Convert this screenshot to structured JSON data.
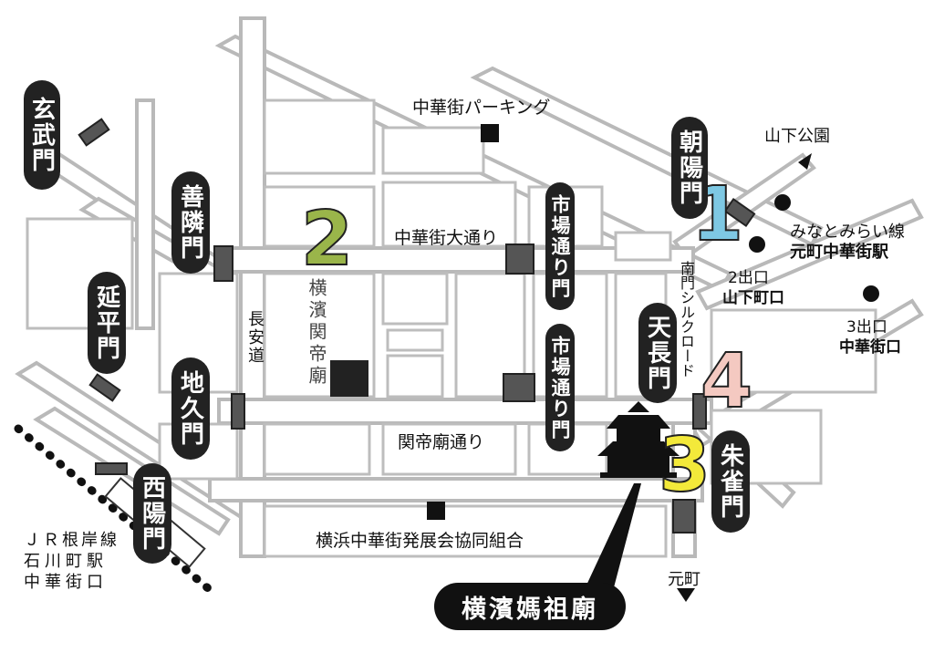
{
  "labels": {
    "parking": "中華街パーキング",
    "main_street": "中華街大通り",
    "kanteibyo_street": "関帝廟通り",
    "kumiai": "横浜中華街発展会協同組合",
    "chouandou": "長安道",
    "market1": "市場通り門",
    "market2": "市場通り門",
    "silk_road": "南門シルクロード",
    "kanteibyo_temple": "横濱関帝廟",
    "mazu_temple": "横濱媽祖廟",
    "yamashita_park": "山下公園",
    "motomachi": "元町",
    "station_line1": "みなとみらい線",
    "station_line2": "元町中華街駅",
    "exit2_a": "2出口",
    "exit2_b": "山下町口",
    "exit3_a": "3出口",
    "exit3_b": "中華街口",
    "jr1": "ＪＲ根岸線",
    "jr2": "石川町駅",
    "jr3": "中華街口"
  },
  "gates": {
    "genbu": "玄武門",
    "zenrin": "善隣門",
    "enpei": "延平門",
    "chikyu": "地久門",
    "seiyo": "西陽門",
    "choyo": "朝陽門",
    "tencho": "天長門",
    "suzaku": "朱雀門"
  },
  "numbers": {
    "n1": "1",
    "n2": "2",
    "n3": "3",
    "n4": "4"
  },
  "colors": {
    "n1": "#7ec8e3",
    "n2": "#9ab54a",
    "n3": "#f3e93a",
    "n4": "#f4c9c1"
  }
}
